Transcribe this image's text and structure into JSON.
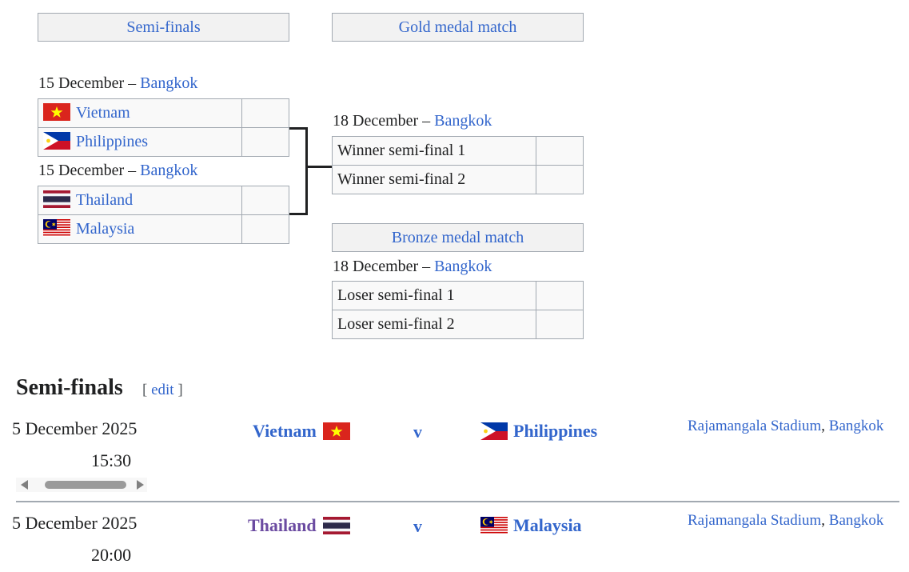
{
  "bracket": {
    "headers": {
      "semifinals": "Semi-finals",
      "gold": "Gold medal match",
      "bronze": "Bronze medal match"
    },
    "sf1": {
      "date": "15 December – ",
      "venue": "Bangkok",
      "team1": "Vietnam",
      "team2": "Philippines"
    },
    "sf2": {
      "date": "15 December – ",
      "venue": "Bangkok",
      "team1": "Thailand",
      "team2": "Malaysia"
    },
    "gold": {
      "date": "18 December – ",
      "venue": "Bangkok",
      "team1": "Winner semi-final 1",
      "team2": "Winner semi-final 2"
    },
    "bronze": {
      "date": "18 December – ",
      "venue": "Bangkok",
      "team1": "Loser semi-final 1",
      "team2": "Loser semi-final 2"
    }
  },
  "section": {
    "title": "Semi-finals",
    "edit_open": "[ ",
    "edit_label": "edit",
    "edit_close": " ]"
  },
  "matches": [
    {
      "date": "5 December 2025",
      "time": "15:30",
      "home": "Vietnam",
      "vs": "v",
      "away": "Philippines",
      "stadium": "Rajamangala Stadium",
      "comma": ", ",
      "city": "Bangkok"
    },
    {
      "date": "5 December 2025",
      "time": "20:00",
      "home": "Thailand",
      "vs": "v",
      "away": "Malaysia",
      "stadium": "Rajamangala Stadium",
      "comma": ", ",
      "city": "Bangkok"
    }
  ],
  "colors": {
    "link": "#3366cc",
    "visited_link": "#6b4ba1",
    "header_bg": "#f2f2f2",
    "cell_bg": "#f9f9f9",
    "border": "#a2a9b1"
  },
  "icons": {
    "flags": [
      "vietnam-flag-icon",
      "philippines-flag-icon",
      "thailand-flag-icon",
      "malaysia-flag-icon"
    ],
    "scroll": [
      "scroll-left-arrow-icon",
      "scroll-right-arrow-icon"
    ]
  }
}
